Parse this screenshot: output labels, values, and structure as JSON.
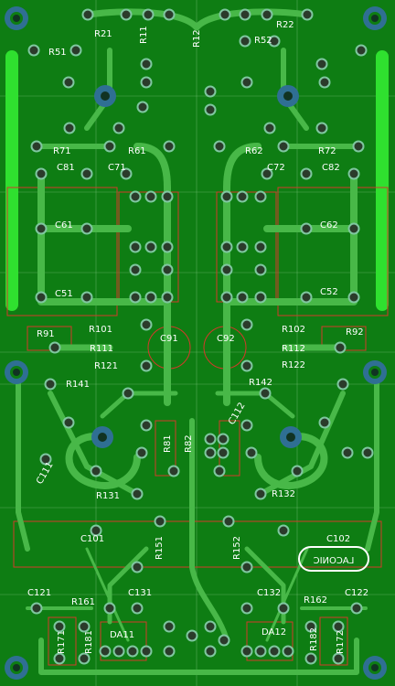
{
  "colors": {
    "board": "#0e7d13",
    "trace": "#48b848",
    "pad": "#2b3b2b",
    "pad_ring": "#7fc7a0",
    "mount_hole": "#2f6f93",
    "outline": "#d23a2a",
    "bright_green": "#2fe02f"
  },
  "labels": {
    "r21": "R21",
    "r11": "R11",
    "r12": "R12",
    "r22": "R22",
    "r51": "R51",
    "r52": "R52",
    "r71": "R71",
    "r61": "R61",
    "r62": "R62",
    "r72": "R72",
    "c81": "C81",
    "c71": "C71",
    "c72": "C72",
    "c82": "C82",
    "c61": "C61",
    "c62": "C62",
    "c51": "C51",
    "c52": "C52",
    "r91": "R91",
    "r101": "R101",
    "r111": "R111",
    "r121": "R121",
    "c91": "C91",
    "c92": "C92",
    "r102": "R102",
    "r92": "R92",
    "r112": "R112",
    "r122": "R122",
    "r141": "R141",
    "r142": "R142",
    "c112": "C112",
    "r81": "R81",
    "r82": "R82",
    "c111": "C111",
    "r131": "R131",
    "r132": "R132",
    "c101": "C101",
    "c102": "C102",
    "r151": "R151",
    "r152": "R152",
    "c121": "C121",
    "c131": "C131",
    "c132": "C132",
    "c122": "C122",
    "r161": "R161",
    "r162": "R162",
    "r171": "R171",
    "r181": "R181",
    "da11": "DA11",
    "da12": "DA12",
    "r182": "R182",
    "r172": "R172"
  },
  "logo_text": "LACONIC"
}
